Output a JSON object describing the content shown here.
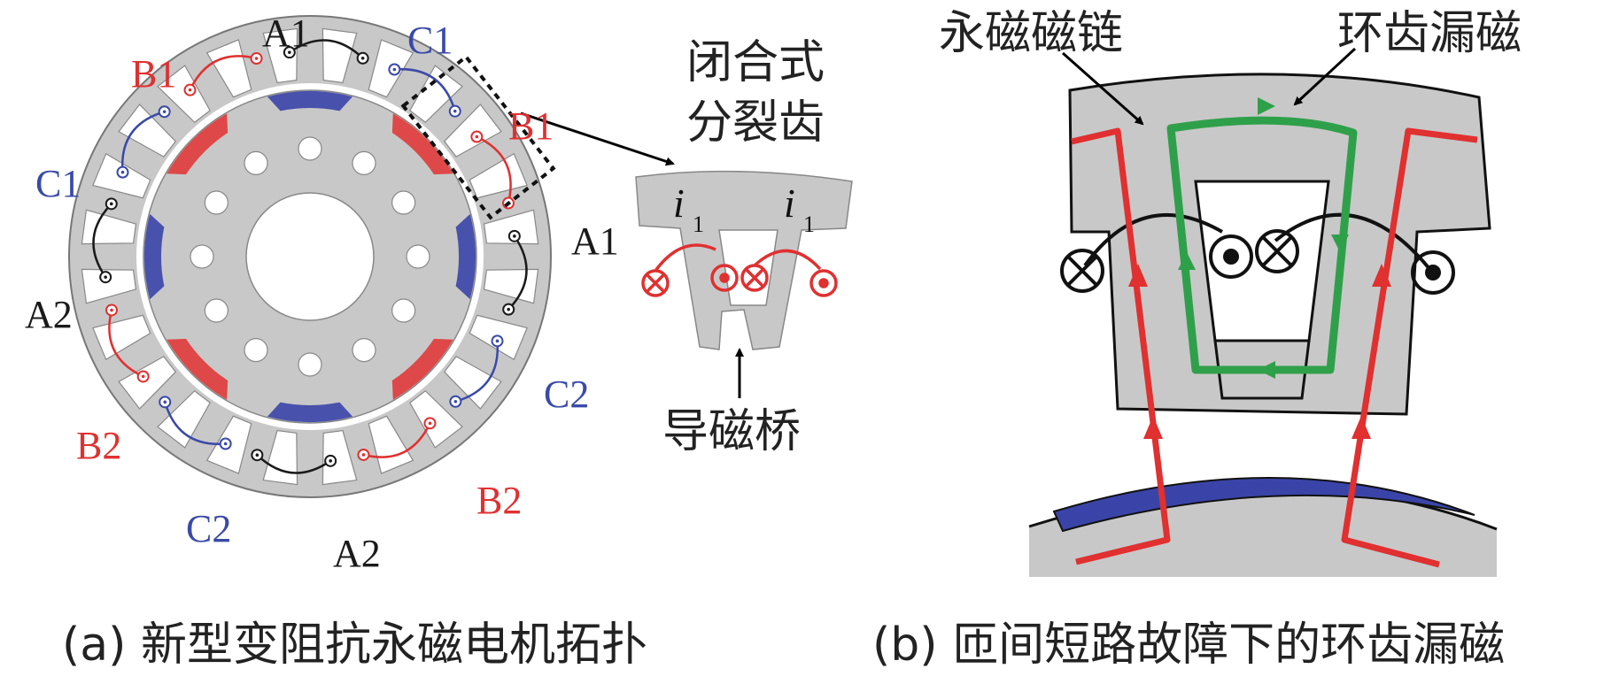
{
  "panel_a": {
    "caption": "(a) 新型变阻抗永磁电机拓扑",
    "coils": {
      "A1_top": "A1",
      "C1_top": "C1",
      "B1_left": "B1",
      "B1_right": "B1",
      "C1_left": "C1",
      "A1_right": "A1",
      "A2_left": "A2",
      "C2_right": "C2",
      "B2_left": "B2",
      "B2_right": "B2",
      "C2_bottom": "C2",
      "A2_bottom": "A2"
    },
    "inset": {
      "title_line1": "闭合式",
      "title_line2": "分裂齿",
      "current_left": "i",
      "current_right": "i",
      "current_sub": "1",
      "bridge_label": "导磁桥"
    }
  },
  "panel_b": {
    "caption": "(b) 匝间短路故障下的环齿漏磁",
    "label_pm_flux": "永磁磁链",
    "label_leakage": "环齿漏磁"
  },
  "colors": {
    "phase_a": "#1a1a1a",
    "phase_b": "#e03030",
    "phase_c": "#3a4aa8",
    "iron": "#c8c8c8",
    "magnet_red": "#e03a3a",
    "magnet_blue": "#3a44a8",
    "leakage_green": "#2fa04a"
  }
}
